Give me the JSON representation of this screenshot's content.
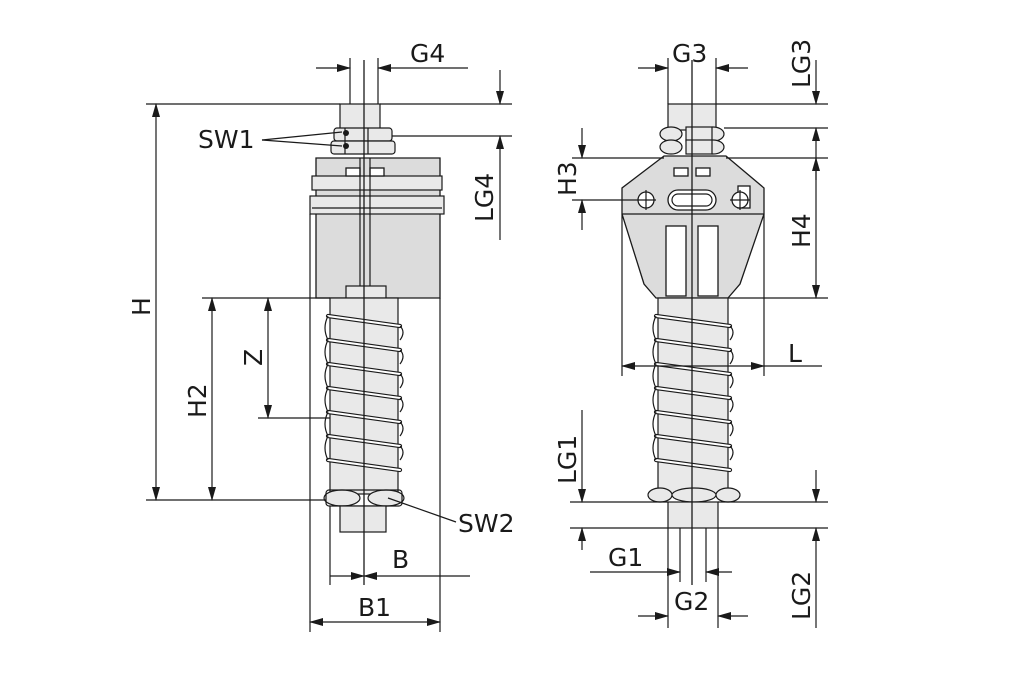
{
  "labels": {
    "G4": "G4",
    "SW1": "SW1",
    "LG4": "LG4",
    "H": "H",
    "H2": "H2",
    "Z": "Z",
    "SW2": "SW2",
    "B": "B",
    "B1": "B1",
    "G3": "G3",
    "LG3": "LG3",
    "H3": "H3",
    "H4": "H4",
    "L": "L",
    "LG1": "LG1",
    "G1": "G1",
    "G2": "G2",
    "LG2": "LG2"
  }
}
